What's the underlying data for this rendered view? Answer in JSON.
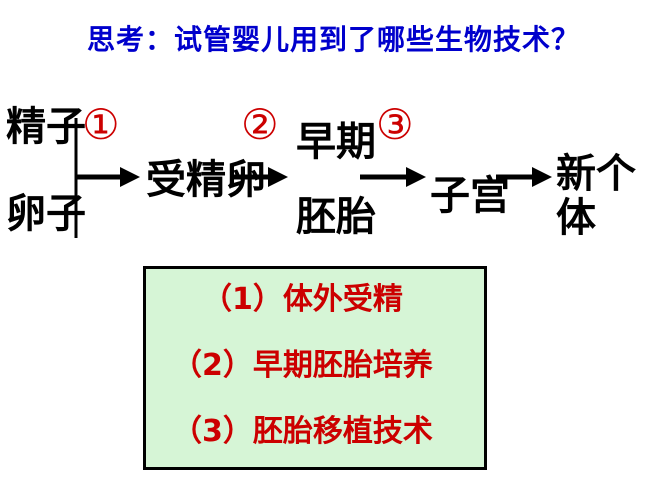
{
  "title": "思考：试管婴儿用到了哪些生物技术？",
  "diagram": {
    "sources": [
      "精子",
      "卵子"
    ],
    "zygote": "受精卵",
    "embryo": [
      "早期",
      "胚胎"
    ],
    "uterus": "子宫",
    "individual": "新个体",
    "step_markers": [
      "①",
      "②",
      "③"
    ]
  },
  "techniques": [
    "（1）体外受精",
    "（2）早期胚胎培养",
    "（3）胚胎移植技术"
  ],
  "colors": {
    "title": "#0000cc",
    "steps": "#cc0000",
    "box_fill": "#d6f5d6",
    "technique_text": "#cc0000"
  }
}
